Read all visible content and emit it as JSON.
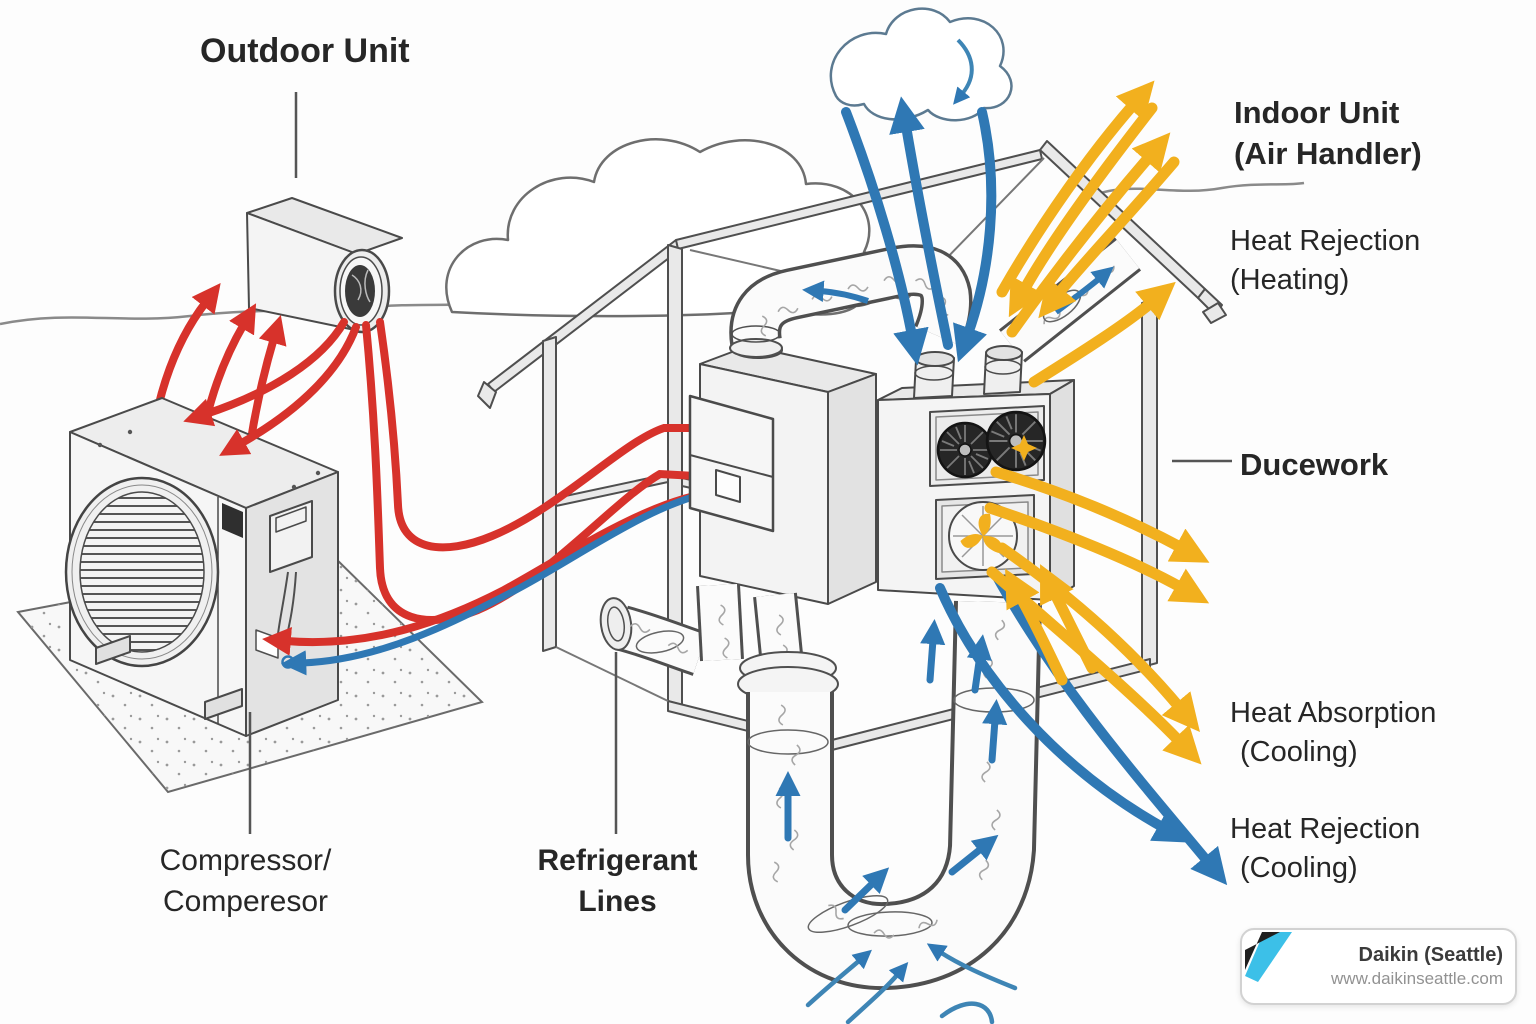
{
  "labels": {
    "outdoor_unit": "Outdoor Unit",
    "indoor_unit_line1": "Indoor Unit",
    "indoor_unit_line2": "(Air Handler)",
    "heat_rejection_heating_line1": "Heat Rejection",
    "heat_rejection_heating_line2": "(Heating)",
    "ductwork": "Ducework",
    "heat_absorption_line1": "Heat Absorption",
    "heat_absorption_line2": "(Cooling)",
    "heat_rejection_cooling_line1": "Heat Rejection",
    "heat_rejection_cooling_line2": "(Cooling)",
    "compressor_line1": "Compressor/",
    "compressor_line2": "Comperesor",
    "refrigerant_line1": "Refrigerant",
    "refrigerant_line2": "Lines"
  },
  "badge": {
    "company": "Daikin (Seattle)",
    "website": "www.daikinseattle.com"
  },
  "colors": {
    "hot_flow": "#d7322b",
    "cold_flow": "#2f78b4",
    "cold_thin": "#3e85b5",
    "warm_air": "#f2b01e",
    "logo_cyan": "#3cc0e8",
    "logo_dark": "#1f1f1f"
  }
}
